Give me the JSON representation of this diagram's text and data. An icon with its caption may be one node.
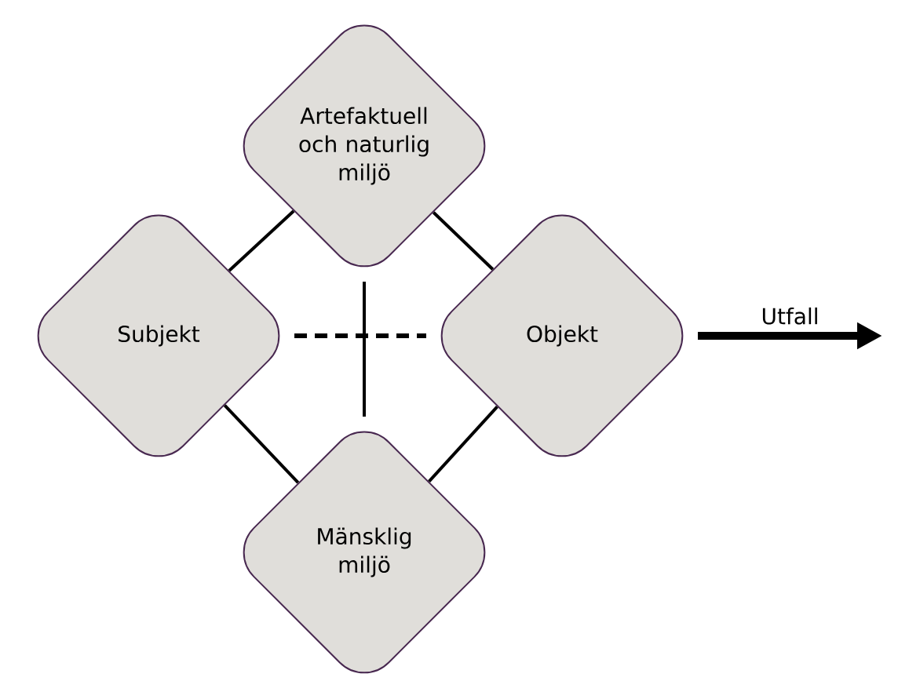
{
  "diagram": {
    "nodes": [
      {
        "text": [
          "Artefaktuell och naturlig miljö"
        ]
      },
      {
        "text": [
          "Subjekt"
        ]
      },
      {
        "text": [
          "Objekt"
        ]
      },
      {
        "text": [
          "Mänsklig miljö"
        ]
      }
    ],
    "edges": [
      {
        "from": 0,
        "to": 1,
        "arrow": "none"
      },
      {
        "from": 0,
        "to": 2,
        "arrow": "none"
      },
      {
        "from": 1,
        "to": 3,
        "arrow": "none"
      },
      {
        "from": 2,
        "to": 3,
        "arrow": "none"
      },
      {
        "from": 0,
        "to": 3,
        "arrow": "none"
      },
      {
        "from": 1,
        "to": 2,
        "arrow": "none",
        "style": "dashed"
      },
      {
        "from": 2,
        "to": null,
        "arrow": "to",
        "style": "thick",
        "label": "Utfall"
      }
    ]
  }
}
